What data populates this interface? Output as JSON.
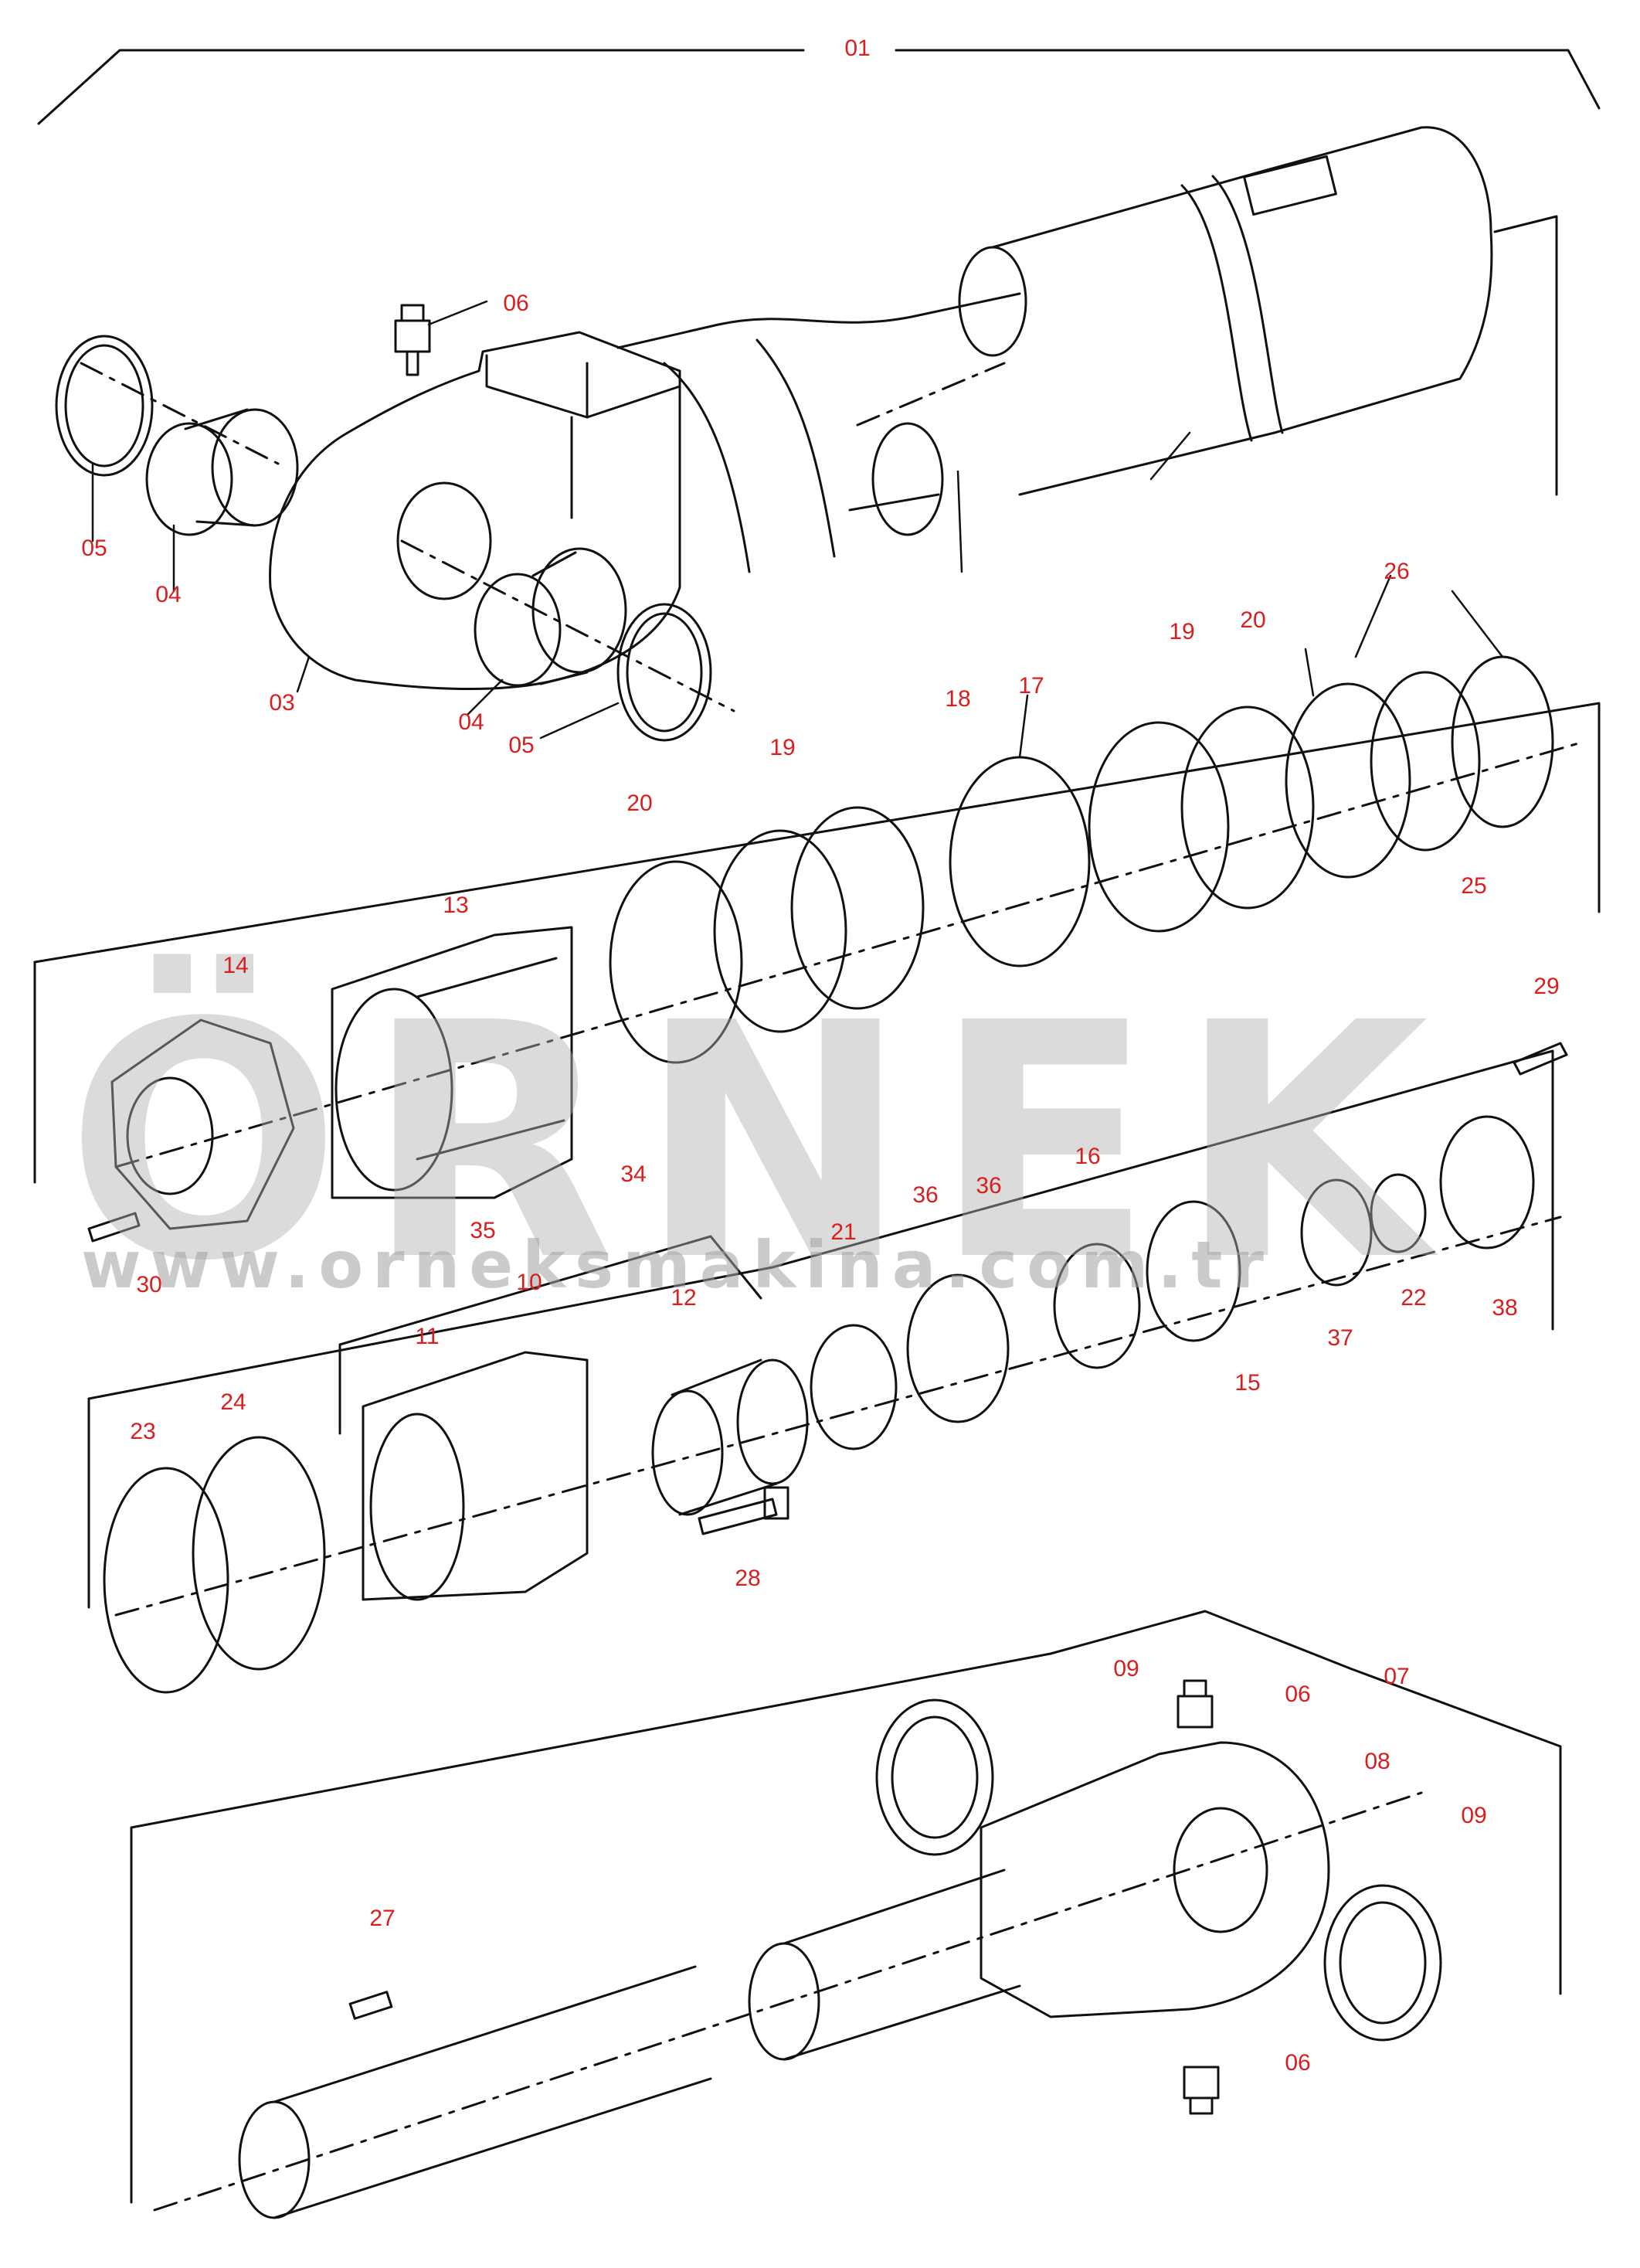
{
  "diagram": {
    "accent_color": "#d81e1e",
    "line_color": "#111111",
    "callouts": {
      "c01": "01",
      "c03": "03",
      "c04a": "04",
      "c04b": "04",
      "c05a": "05",
      "c05b": "05",
      "c06a": "06",
      "c06b": "06",
      "c06c": "06",
      "c07": "07",
      "c08": "08",
      "c09a": "09",
      "c09b": "09",
      "c10": "10",
      "c11": "11",
      "c12": "12",
      "c13": "13",
      "c14": "14",
      "c15": "15",
      "c16": "16",
      "c17": "17",
      "c18": "18",
      "c19a": "19",
      "c19b": "19",
      "c20a": "20",
      "c20b": "20",
      "c21": "21",
      "c22": "22",
      "c23": "23",
      "c24": "24",
      "c25": "25",
      "c26": "26",
      "c27": "27",
      "c28": "28",
      "c29": "29",
      "c30": "30",
      "c34": "34",
      "c35": "35",
      "c36a": "36",
      "c36b": "36",
      "c37": "37",
      "c38": "38"
    }
  },
  "watermark": {
    "brand": "ÖRNEK",
    "url": "www.orneksmakina.com.tr",
    "brand_color": "#f5c518"
  }
}
